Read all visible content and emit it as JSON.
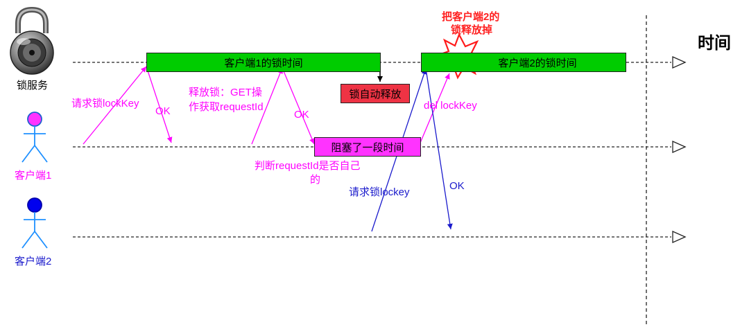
{
  "time_label": "时间",
  "actors": {
    "lock_service": "锁服务",
    "client1": "客户端1",
    "client2": "客户端2"
  },
  "bars": {
    "client1_lock": "客户端1的锁时间",
    "client2_lock": "客户端2的锁时间",
    "blocked": "阻塞了一段时间",
    "auto_release": "锁自动释放"
  },
  "messages": {
    "c1_request": "请求锁lockKey",
    "c1_ok": "OK",
    "c1_release": [
      "释放锁：GET操",
      "作获取requestId"
    ],
    "c1_release_ok": "OK",
    "c1_check": [
      "判断requestId是否自己",
      "的"
    ],
    "c1_del": "del lockKey",
    "c2_request": "请求锁lockey",
    "c2_ok": "OK"
  },
  "callout": [
    "把客户端2的",
    "锁释放掉"
  ],
  "colors": {
    "magenta": "#ff00ff",
    "blue": "#1a1acc",
    "green": "#00cc00",
    "red_box": "#ee3344",
    "callout_red": "#ff2020"
  }
}
